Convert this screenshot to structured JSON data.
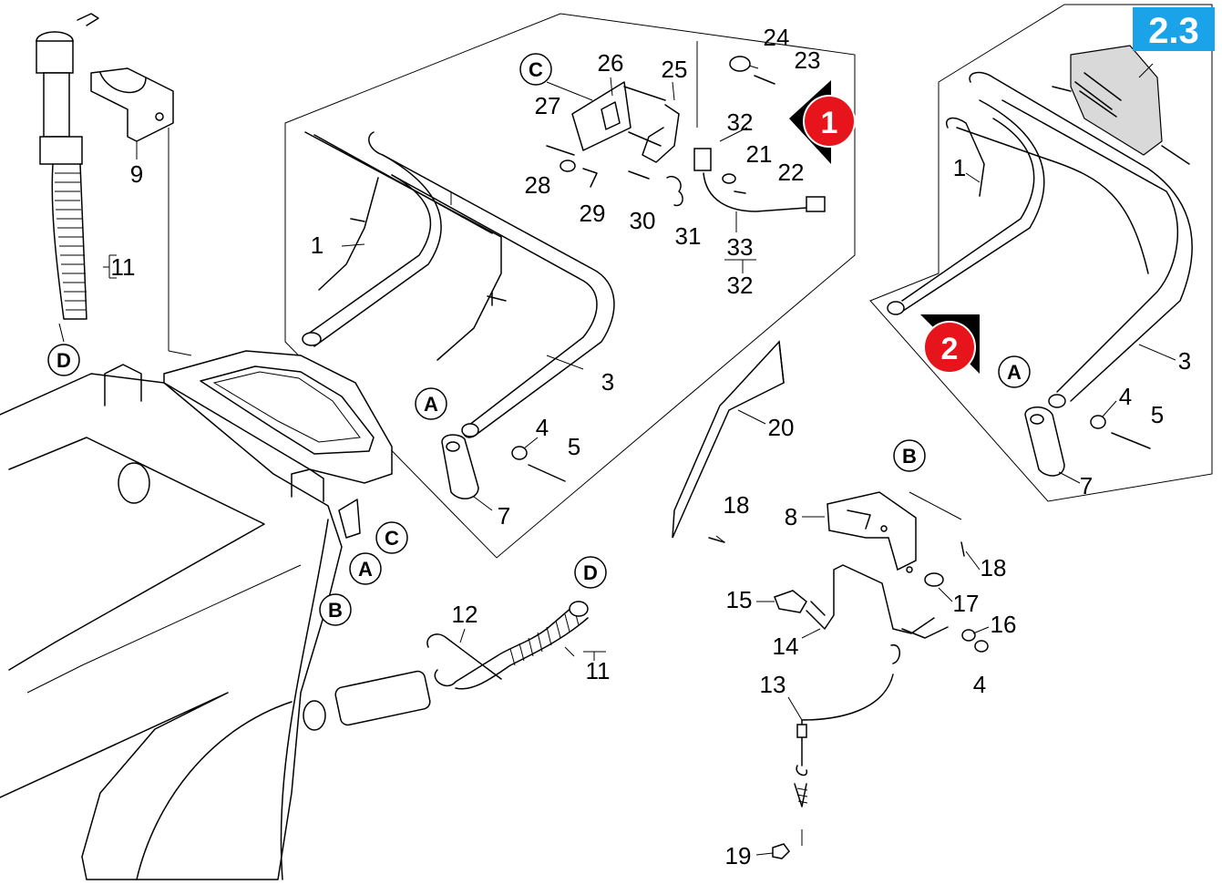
{
  "version_badge": "2.3",
  "view_markers": [
    "1",
    "2"
  ],
  "connection_letters": {
    "a": "A",
    "b": "B",
    "c": "C",
    "d": "D"
  },
  "part_numbers": {
    "p1": "1",
    "p3": "3",
    "p4": "4",
    "p5": "5",
    "p7": "7",
    "p8": "8",
    "p9": "9",
    "p11": "11",
    "p12": "12",
    "p13": "13",
    "p14": "14",
    "p15": "15",
    "p16": "16",
    "p17": "17",
    "p18": "18",
    "p19": "19",
    "p20": "20",
    "p21": "21",
    "p22": "22",
    "p23": "23",
    "p24": "24",
    "p25": "25",
    "p26": "26",
    "p27": "27",
    "p28": "28",
    "p29": "29",
    "p30": "30",
    "p31": "31",
    "p32": "32",
    "p33": "33"
  },
  "colors": {
    "badge_red": "#e8141c",
    "version_blue": "#1aa3e8",
    "line": "#000000"
  }
}
